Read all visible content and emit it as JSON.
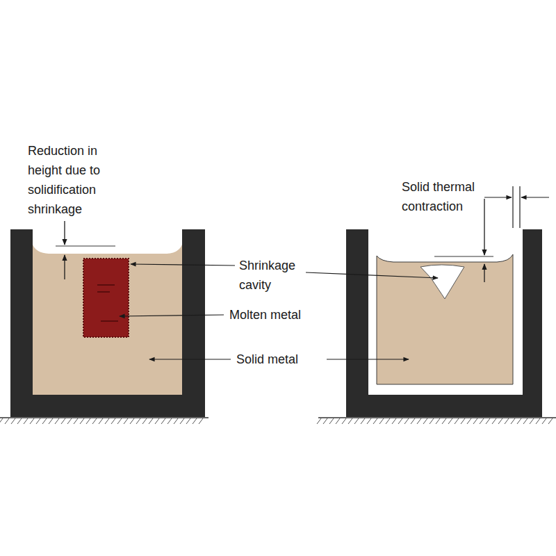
{
  "diagram": {
    "labels": [
      "Reduction in height due to solidification shrinkage",
      "Shrinkage cavity",
      "Molten metal",
      "Solid metal",
      "Solid thermal contraction"
    ]
  }
}
